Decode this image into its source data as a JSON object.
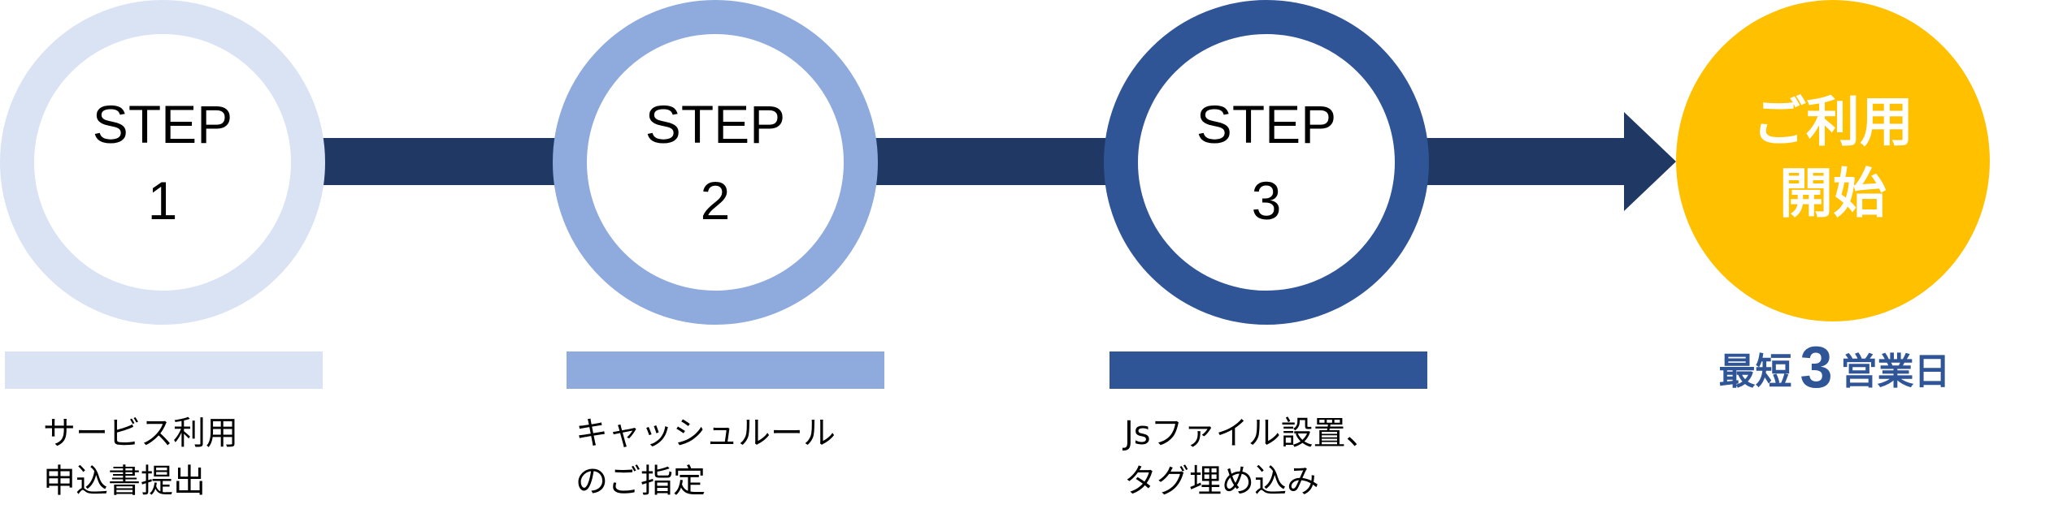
{
  "colors": {
    "connector": "#1f3864",
    "step1": "#dae3f3",
    "step2": "#8faadc",
    "step3": "#2f5597",
    "final": "#ffc000",
    "duration_text": "#2f5597"
  },
  "steps": [
    {
      "label": "STEP",
      "number": "1",
      "description": "サービス利用\n申込書提出"
    },
    {
      "label": "STEP",
      "number": "2",
      "description": "キャッシュルール\nのご指定"
    },
    {
      "label": "STEP",
      "number": "3",
      "description": "Jsファイル設置、\nタグ埋め込み"
    }
  ],
  "final": {
    "line1": "ご利用",
    "line2": "開始"
  },
  "duration": {
    "prefix": "最短",
    "number": "3",
    "suffix": "営業日"
  }
}
